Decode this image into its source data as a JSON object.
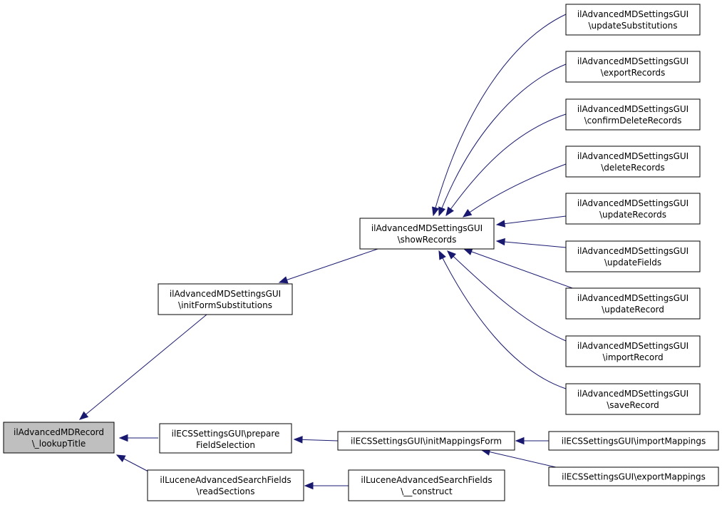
{
  "nodes": [
    {
      "id": "lookup",
      "line1": "ilAdvancedMDRecord",
      "line2": "\\_lookupTitle",
      "highlight": true
    },
    {
      "id": "initform",
      "line1": "ilAdvancedMDSettingsGUI",
      "line2": "\\initFormSubstitutions"
    },
    {
      "id": "showrec",
      "line1": "ilAdvancedMDSettingsGUI",
      "line2": "\\showRecords"
    },
    {
      "id": "updsubst",
      "line1": "ilAdvancedMDSettingsGUI",
      "line2": "\\updateSubstitutions"
    },
    {
      "id": "exportrec",
      "line1": "ilAdvancedMDSettingsGUI",
      "line2": "\\exportRecords"
    },
    {
      "id": "confirmdel",
      "line1": "ilAdvancedMDSettingsGUI",
      "line2": "\\confirmDeleteRecords"
    },
    {
      "id": "deleterec",
      "line1": "ilAdvancedMDSettingsGUI",
      "line2": "\\deleteRecords"
    },
    {
      "id": "updaterecs",
      "line1": "ilAdvancedMDSettingsGUI",
      "line2": "\\updateRecords"
    },
    {
      "id": "updatefields",
      "line1": "ilAdvancedMDSettingsGUI",
      "line2": "\\updateFields"
    },
    {
      "id": "updaterec",
      "line1": "ilAdvancedMDSettingsGUI",
      "line2": "\\updateRecord"
    },
    {
      "id": "importrec",
      "line1": "ilAdvancedMDSettingsGUI",
      "line2": "\\importRecord"
    },
    {
      "id": "saverec",
      "line1": "ilAdvancedMDSettingsGUI",
      "line2": "\\saveRecord"
    },
    {
      "id": "prepare",
      "line1": "ilECSSettingsGUI\\prepare",
      "line2": "FieldSelection"
    },
    {
      "id": "initmap",
      "line1": "ilECSSettingsGUI\\initMappingsForm",
      "line2": ""
    },
    {
      "id": "importmap",
      "line1": "ilECSSettingsGUI\\importMappings",
      "line2": ""
    },
    {
      "id": "exportmap",
      "line1": "ilECSSettingsGUI\\exportMappings",
      "line2": ""
    },
    {
      "id": "readsec",
      "line1": "ilLuceneAdvancedSearchFields",
      "line2": "\\readSections"
    },
    {
      "id": "construct",
      "line1": "ilLuceneAdvancedSearchFields",
      "line2": "\\__construct"
    }
  ],
  "edges": [
    {
      "from": "initform",
      "to": "lookup"
    },
    {
      "from": "prepare",
      "to": "lookup"
    },
    {
      "from": "readsec",
      "to": "lookup"
    },
    {
      "from": "showrec",
      "to": "initform"
    },
    {
      "from": "updsubst",
      "to": "showrec"
    },
    {
      "from": "exportrec",
      "to": "showrec"
    },
    {
      "from": "confirmdel",
      "to": "showrec"
    },
    {
      "from": "deleterec",
      "to": "showrec"
    },
    {
      "from": "updaterecs",
      "to": "showrec"
    },
    {
      "from": "updatefields",
      "to": "showrec"
    },
    {
      "from": "updaterec",
      "to": "showrec"
    },
    {
      "from": "importrec",
      "to": "showrec"
    },
    {
      "from": "saverec",
      "to": "showrec"
    },
    {
      "from": "initmap",
      "to": "prepare"
    },
    {
      "from": "importmap",
      "to": "initmap"
    },
    {
      "from": "exportmap",
      "to": "initmap"
    },
    {
      "from": "construct",
      "to": "readsec"
    }
  ]
}
